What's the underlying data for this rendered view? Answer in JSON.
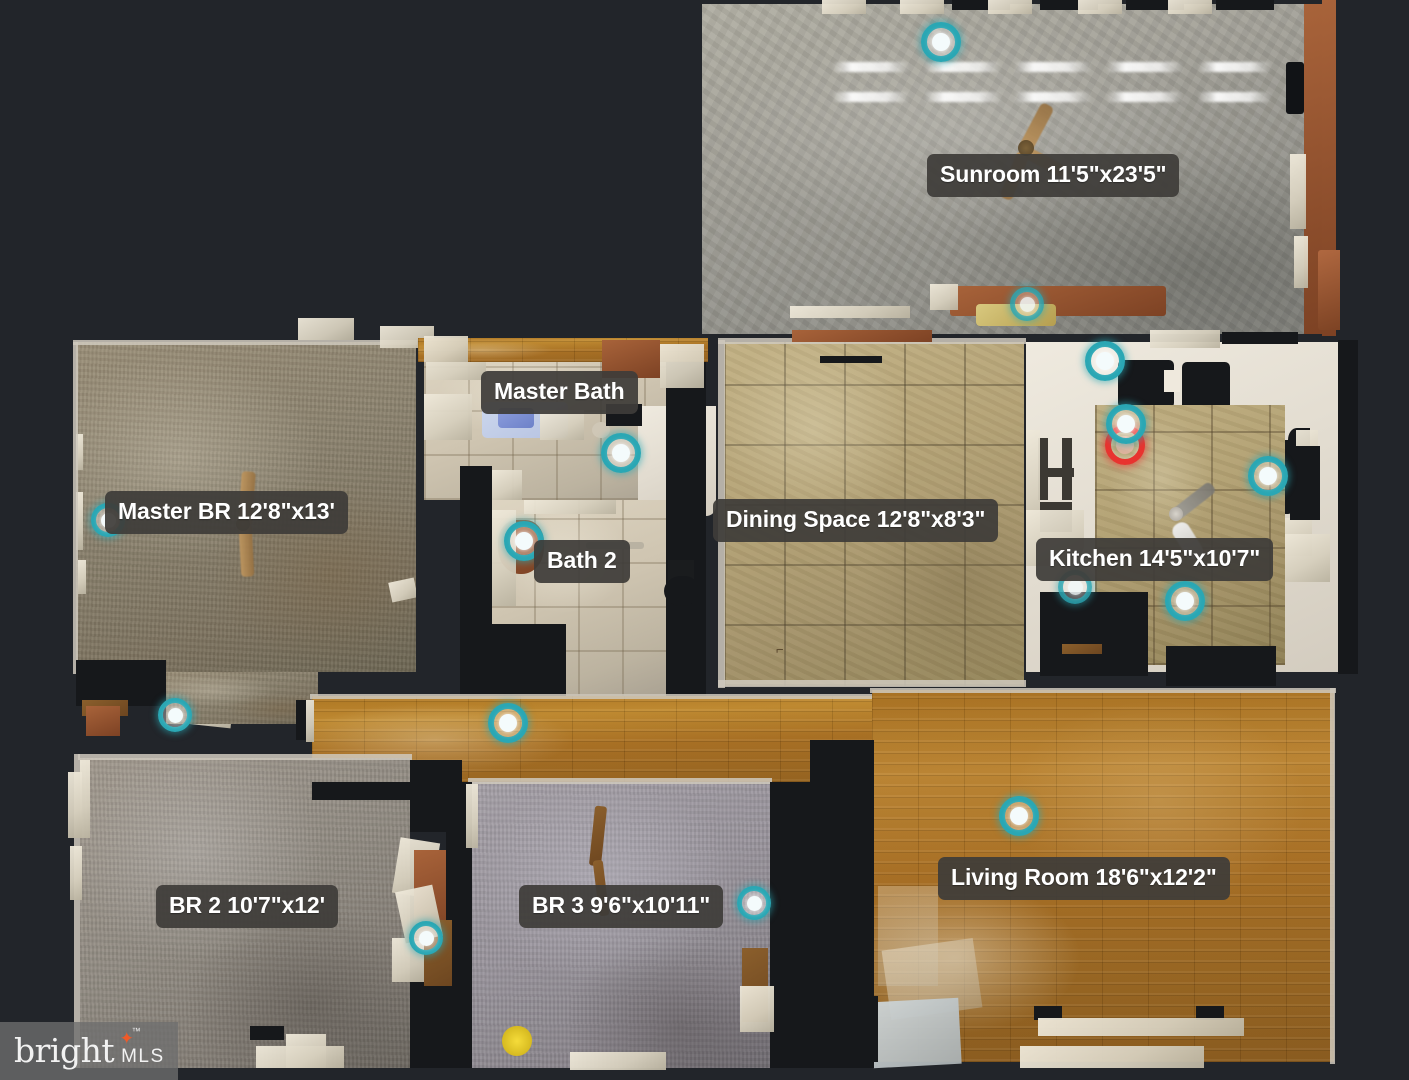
{
  "view": {
    "kind": "matterport-floorplan",
    "background_color": "#22252a",
    "marker_color": "#2aa7b4",
    "active_marker_color": "#e8332f",
    "label_background": "#3e3c39",
    "label_text_color": "#ffffff"
  },
  "rooms": [
    {
      "id": "sunroom",
      "label": "Sunroom 11'5\"x23'5\"",
      "floor": "concrete"
    },
    {
      "id": "master_br",
      "label": "Master BR 12'8\"x13'",
      "floor": "carpet-tan"
    },
    {
      "id": "master_bath",
      "label": "Master Bath",
      "floor": "tile-bath"
    },
    {
      "id": "bath_2",
      "label": "Bath 2",
      "floor": "tile-bath"
    },
    {
      "id": "dining",
      "label": "Dining Space 12'8\"x8'3\"",
      "floor": "tile-beige"
    },
    {
      "id": "kitchen",
      "label": "Kitchen 14'5\"x10'7\"",
      "floor": "tile-kitchen"
    },
    {
      "id": "br_2",
      "label": "BR 2 10'7\"x12'",
      "floor": "carpet-gray"
    },
    {
      "id": "br_3",
      "label": "BR 3 9'6\"x10'11\"",
      "floor": "carpet-violet"
    },
    {
      "id": "living",
      "label": "Living Room 18'6\"x12'2\"",
      "floor": "wood"
    }
  ],
  "watermark": {
    "brand": "bright",
    "suffix": "MLS",
    "trademark": "™",
    "spark": "✦"
  },
  "markers": [
    {
      "id": "cam-sunroom-top",
      "room": "sunroom"
    },
    {
      "id": "cam-sunroom-bottom",
      "room": "sunroom"
    },
    {
      "id": "cam-master-br",
      "room": "master_br"
    },
    {
      "id": "cam-master-br-hall",
      "room": "master_br"
    },
    {
      "id": "cam-master-bath",
      "room": "master_bath"
    },
    {
      "id": "cam-bath-2",
      "room": "bath_2"
    },
    {
      "id": "cam-kitchen-top",
      "room": "kitchen"
    },
    {
      "id": "cam-kitchen-stove",
      "room": "kitchen"
    },
    {
      "id": "cam-kitchen-active",
      "room": "kitchen",
      "state": "active"
    },
    {
      "id": "cam-kitchen-right",
      "room": "kitchen"
    },
    {
      "id": "cam-kitchen-bottom",
      "room": "kitchen"
    },
    {
      "id": "cam-hall-wood",
      "room": "living"
    },
    {
      "id": "cam-living-room",
      "room": "living"
    },
    {
      "id": "cam-br-2",
      "room": "br_2"
    },
    {
      "id": "cam-br-3",
      "room": "br_3"
    }
  ]
}
